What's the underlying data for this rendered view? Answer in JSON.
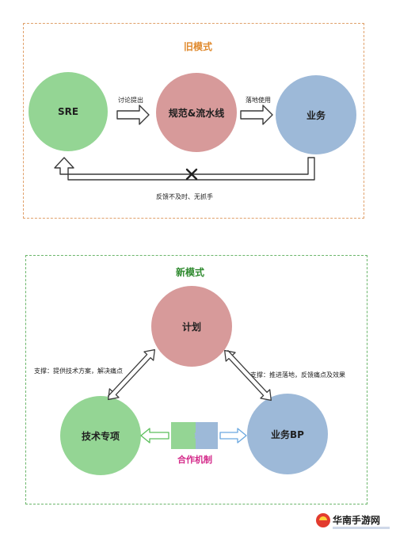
{
  "old_mode": {
    "title": "旧模式",
    "nodes": {
      "sre": "SRE",
      "norm": "规范&流水线",
      "biz": "业务"
    },
    "labels": {
      "discuss": "讨论提出",
      "land": "落地使用",
      "feedback": "反馈不及时、无抓手"
    }
  },
  "new_mode": {
    "title": "新模式",
    "nodes": {
      "plan": "计划",
      "tech": "技术专项",
      "bizbp": "业务BP"
    },
    "labels": {
      "left": "支撑：提供技术方案，解决痛点",
      "right": "支撑：推进落地，反馈痛点及效果",
      "coop": "合作机制"
    }
  },
  "watermark": {
    "text": "华南手游网"
  },
  "colors": {
    "old_accent": "#e08a2e",
    "new_accent": "#2f8a2f",
    "green_node": "#94d594",
    "red_node": "#d79a9a",
    "blue_node": "#9db9d8",
    "coop_text": "#d42a8a"
  }
}
